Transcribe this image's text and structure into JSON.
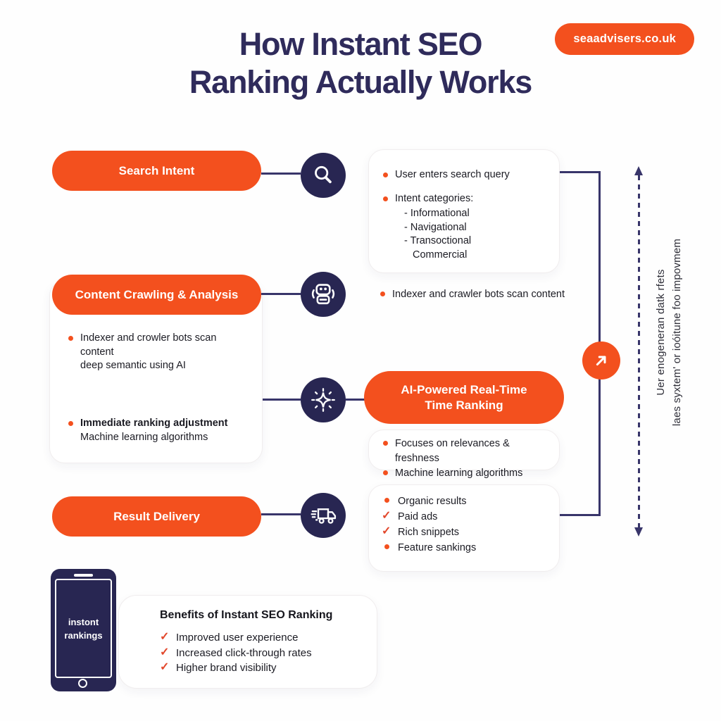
{
  "header": {
    "title_line1": "How Instant SEO",
    "title_line2": "Ranking Actually Works",
    "badge": "seaadvisers.co.uk"
  },
  "colors": {
    "orange": "#F3501E",
    "navy": "#282652",
    "line": "#38356A",
    "title": "#2F2B5B",
    "text": "#1B1B23",
    "check": "#E2472B",
    "cardborder": "#F0EDEE"
  },
  "glyphs": {
    "check": "✓"
  },
  "icons": {
    "step1": "magnifier-icon",
    "step2": "robot-icon",
    "step3": "sparkle-icon",
    "step4": "delivery-truck-icon",
    "loop": "arrow-up-right-icon"
  },
  "pills": {
    "search": "Search Intent",
    "crawl": "Content Crawling & Analysis",
    "ai1": "AI-Powered Real-Time",
    "ai2": "Time Ranking",
    "result": "Result Delivery"
  },
  "search_card": {
    "items": [
      "User enters search query",
      "Intent categories:"
    ],
    "sub": [
      "- Informational",
      "- Navigational",
      "- Transoctional",
      "Commercial"
    ]
  },
  "crawl_card": {
    "b1l1": "Indexer and crowler bots scan content",
    "b1l2": "deep semantic using AI",
    "b2l1": "Immediate ranking adjustment",
    "b2l2": "Machine learning algorithms"
  },
  "crawl_note": "Indexer and crawler bots scan content",
  "ai_card": {
    "items": [
      "Focuses on relevances & freshness",
      "Machine learning algorithms"
    ]
  },
  "delivery_card": {
    "items": [
      "Organic results",
      "Paid ads",
      "Rich snippets",
      "Feature sankings"
    ]
  },
  "side_note": {
    "line1": "Uer enogeneran datk rfets",
    "line2": "laes syxtem' or ioóitune foo impovmem"
  },
  "phone": {
    "line1": "instont",
    "line2": "rankings"
  },
  "benefits": {
    "title": "Benefits of Instant SEO Ranking",
    "items": [
      "Improved user experience",
      "Increased click-through rates",
      "Higher brand visibility"
    ]
  }
}
